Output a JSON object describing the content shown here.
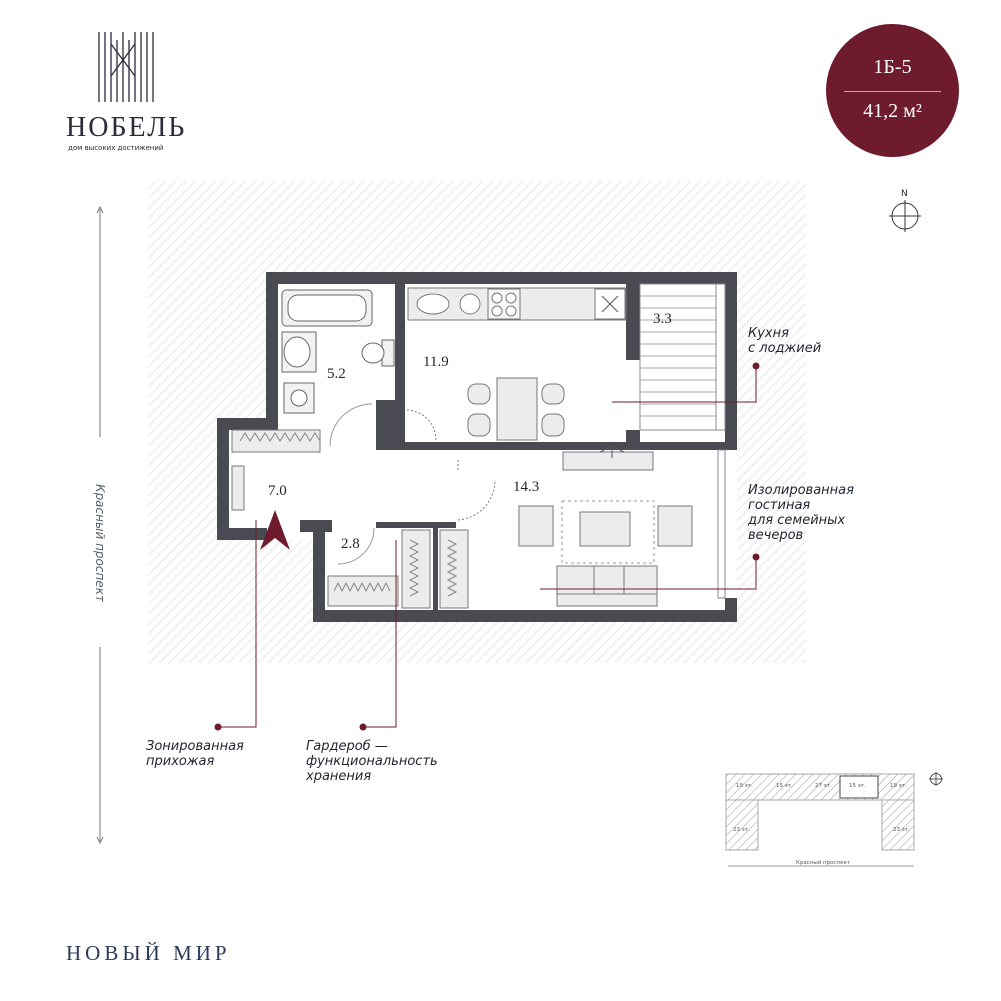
{
  "logo": {
    "name": "НОБЕЛЬ",
    "tagline": "дом высоких достижений"
  },
  "apartment": {
    "code": "1Б-5",
    "area": "41,2 м²"
  },
  "compass": {
    "label": "N"
  },
  "rooms": [
    {
      "id": "bathroom",
      "area": "5.2"
    },
    {
      "id": "kitchen",
      "area": "11.9"
    },
    {
      "id": "loggia",
      "area": "3.3"
    },
    {
      "id": "hall",
      "area": "7.0"
    },
    {
      "id": "living",
      "area": "14.3"
    },
    {
      "id": "wardrobe",
      "area": "2.8"
    }
  ],
  "callouts": {
    "kitchen": [
      "Кухня",
      "с лоджией"
    ],
    "living": [
      "Изолированная",
      "гостиная",
      "для семейных",
      "вечеров"
    ],
    "hall": [
      "Зонированная",
      "прихожая"
    ],
    "wardrobe": [
      "Гардероб —",
      "функциональность",
      "хранения"
    ]
  },
  "street": "Красный проспект",
  "key_plan": {
    "floors": [
      "19 эт.",
      "15 эт.",
      "27 эт.",
      "15 эт.",
      "19 эт.",
      "23 эт.",
      "23 эт."
    ],
    "street": "Красный проспект"
  },
  "footer": "НОВЫЙ МИР",
  "colors": {
    "accent": "#6e1b2d",
    "wall": "#4a4b52",
    "hatch": "#d9d9d9",
    "navy": "#2b3a5c"
  }
}
